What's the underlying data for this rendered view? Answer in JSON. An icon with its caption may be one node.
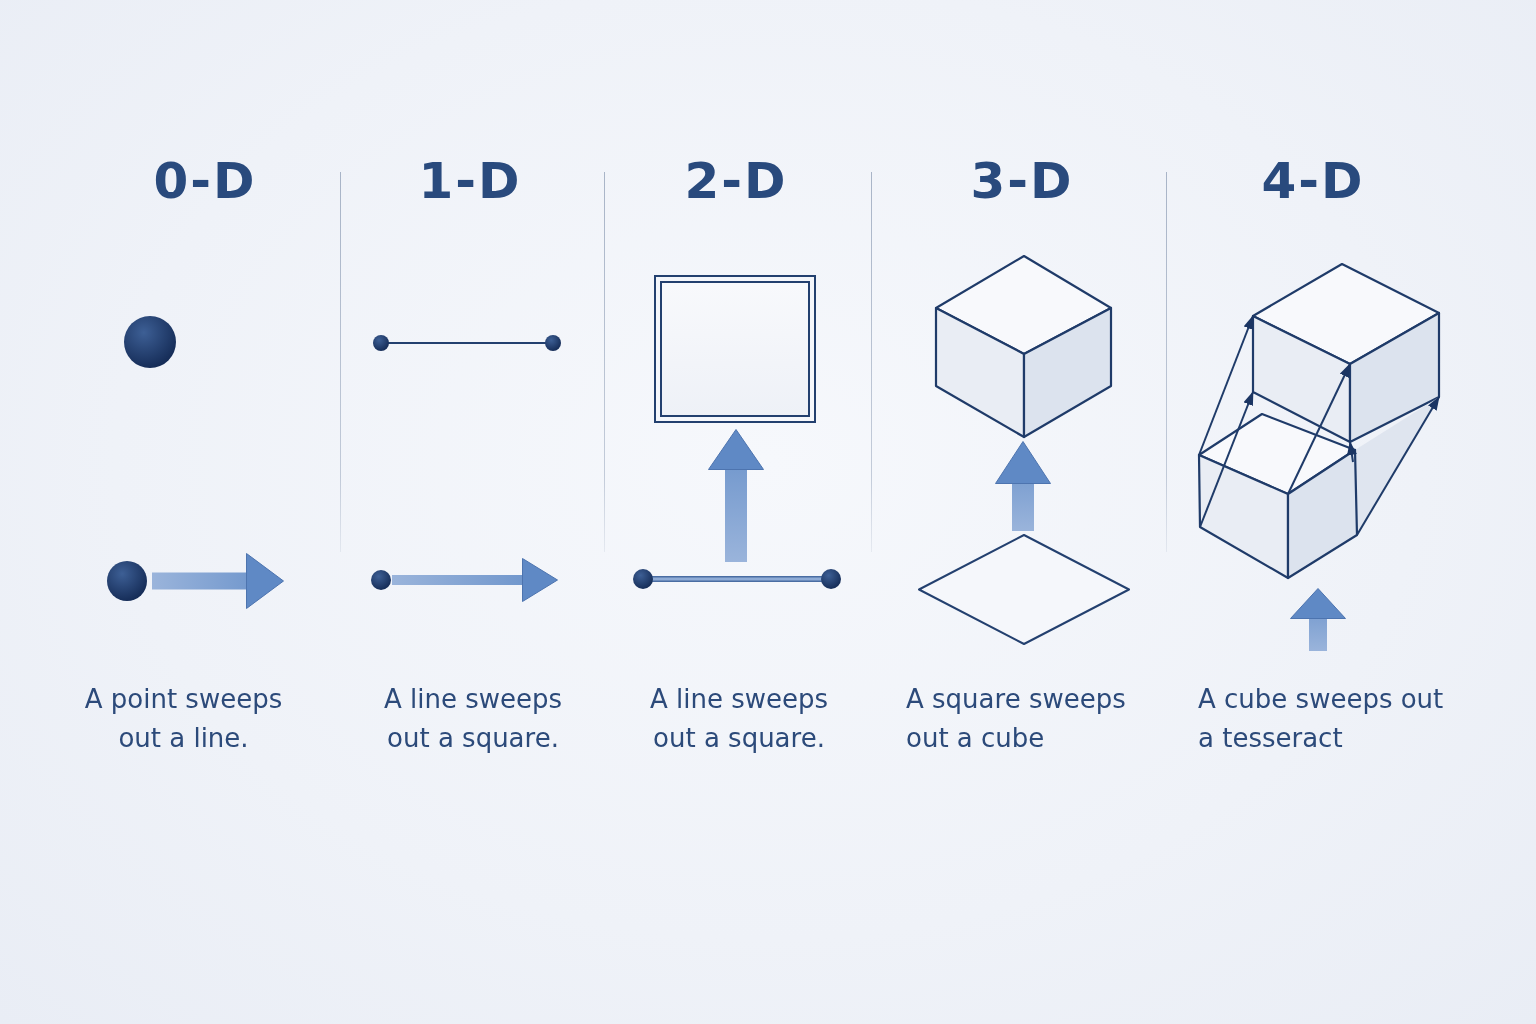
{
  "diagram": {
    "nodes": [
      {
        "text": [],
        "shape": "circle"
      },
      {
        "text": [],
        "shape": "circle"
      },
      {
        "text": [],
        "shape": "line"
      },
      {
        "text": [],
        "shape": "circle"
      },
      {
        "text": [],
        "shape": "box"
      },
      {
        "text": [],
        "shape": "line"
      },
      {
        "text": [],
        "shape": "cube"
      },
      {
        "text": [],
        "shape": "diamond"
      },
      {
        "text": [],
        "shape": "picture"
      }
    ],
    "edges": [
      {
        "from": 1,
        "to": null,
        "arrow": "to"
      },
      {
        "from": 3,
        "to": null,
        "arrow": "to"
      },
      {
        "from": 5,
        "to": 4,
        "arrow": "to"
      },
      {
        "from": 7,
        "to": 6,
        "arrow": "to"
      },
      {
        "from": null,
        "to": 8,
        "arrow": "to"
      }
    ],
    "labels": [
      "0-D",
      "1-D",
      "2-D",
      "3-D",
      "4-D",
      "A point sweeps out a line.",
      "A line sweeps out a square.",
      "A line sweeps out a square.",
      "A square sweeps out a cube",
      "A cube sweeps out a tesseract"
    ]
  }
}
